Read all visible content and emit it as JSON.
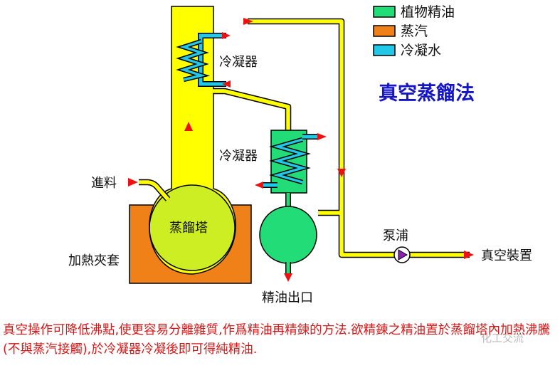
{
  "legend": [
    {
      "label": "植物精油",
      "color": "#22dd77"
    },
    {
      "label": "蒸汽",
      "color": "#f08018"
    },
    {
      "label": "冷凝水",
      "color": "#22c8e8"
    }
  ],
  "title": "真空蒸餾法",
  "labels": {
    "condenser_top": "冷凝器",
    "condenser_mid": "冷凝器",
    "feed": "進料",
    "column": "蒸餾塔",
    "jacket": "加熱夾套",
    "pump": "泵浦",
    "vacuum": "真空裝置",
    "outlet": "精油出口"
  },
  "caption": "真空操作可降低沸點,使更容易分離雜質,作爲精油再精鍊的方法.欲精鍊之精油置於蒸餾塔內加熱沸騰(不與蒸汽接觸),於冷凝器冷凝後即可得純精油.",
  "watermark": "化工交流",
  "colors": {
    "column": "#ffff00",
    "oil": "#22dd77",
    "steam": "#f08018",
    "cooling_water": "#22c8e8",
    "arrow": "#ee1111",
    "title": "#1515c8",
    "caption": "#d61818"
  }
}
